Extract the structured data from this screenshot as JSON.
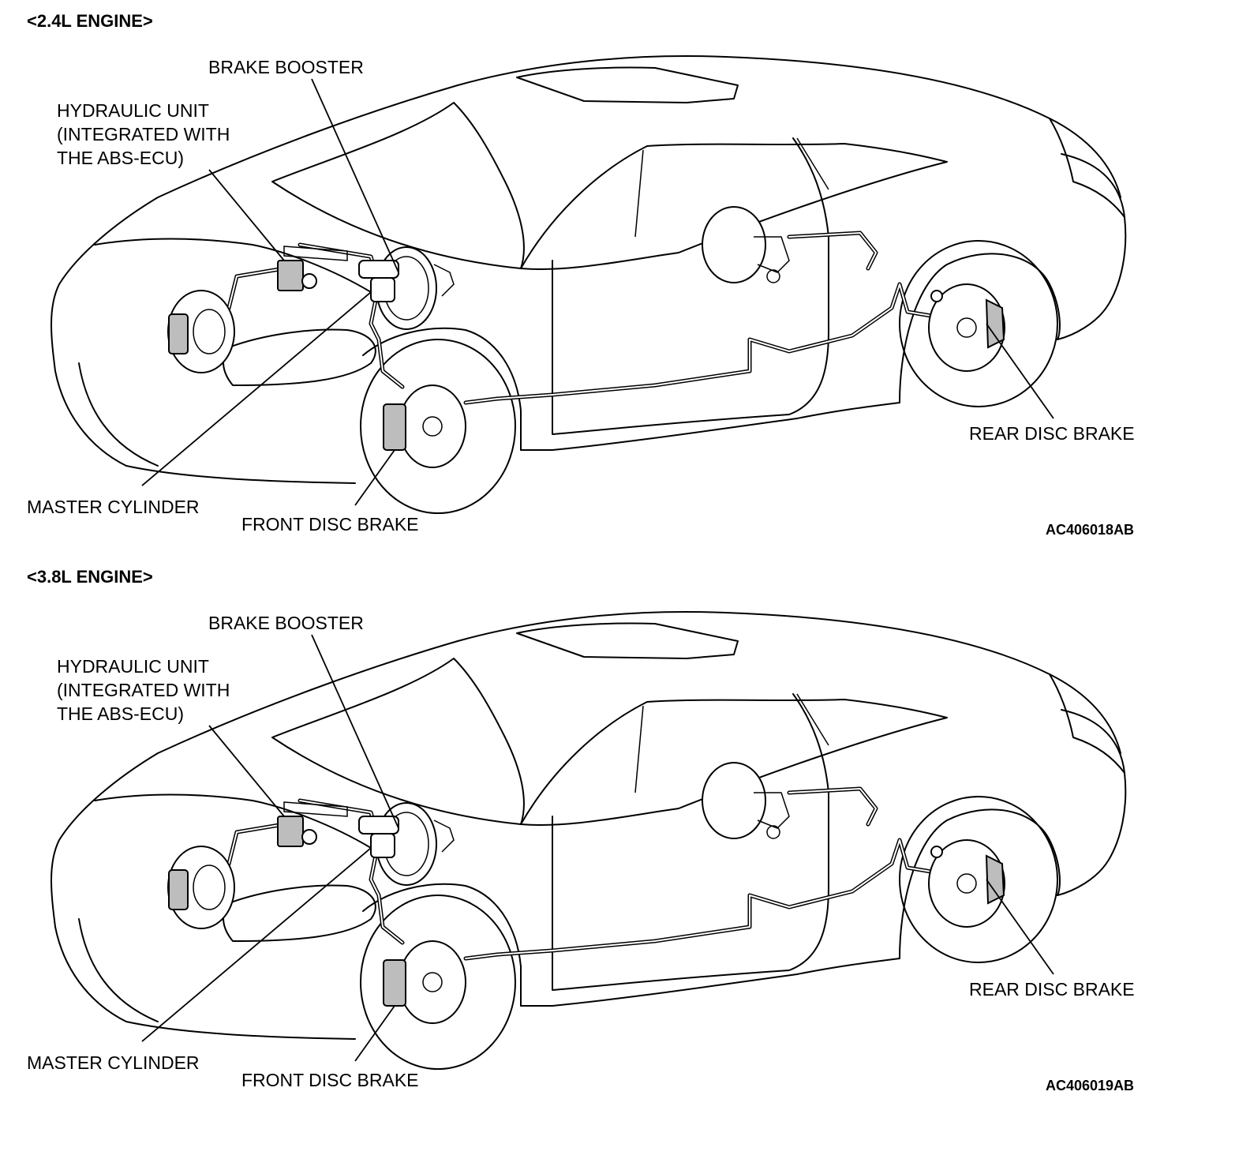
{
  "diagrams": [
    {
      "heading": "<2.4L ENGINE>",
      "figure_code": "AC406018AB",
      "labels": {
        "brake_booster": "BRAKE BOOSTER",
        "hydraulic_unit": [
          "HYDRAULIC UNIT",
          "(INTEGRATED WITH",
          "THE ABS-ECU)"
        ],
        "master_cylinder": "MASTER CYLINDER",
        "front_disc_brake": "FRONT DISC BRAKE",
        "rear_disc_brake": "REAR DISC BRAKE"
      }
    },
    {
      "heading": "<3.8L ENGINE>",
      "figure_code": "AC406019AB",
      "labels": {
        "brake_booster": "BRAKE BOOSTER",
        "hydraulic_unit": [
          "HYDRAULIC UNIT",
          "(INTEGRATED WITH",
          "THE ABS-ECU)"
        ],
        "master_cylinder": "MASTER CYLINDER",
        "front_disc_brake": "FRONT DISC BRAKE",
        "rear_disc_brake": "REAR DISC BRAKE"
      }
    }
  ]
}
